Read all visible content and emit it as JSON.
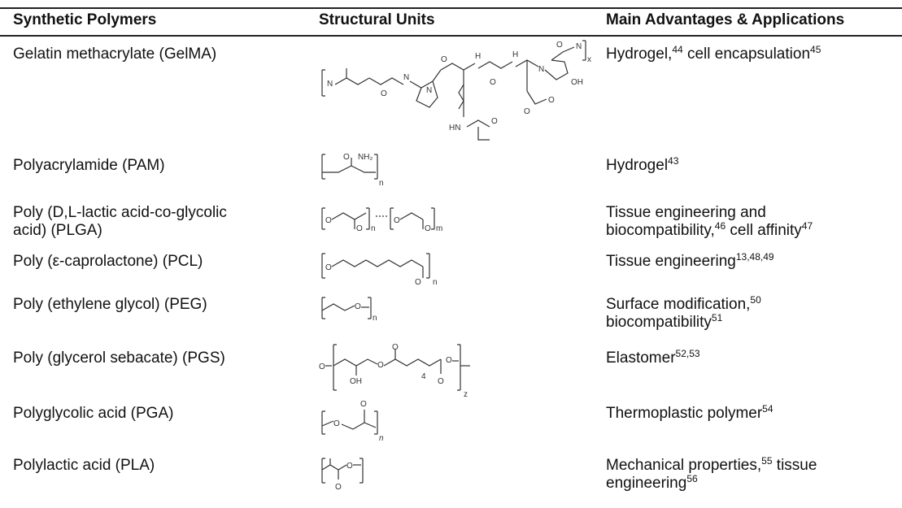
{
  "headers": [
    "Synthetic Polymers",
    "Structural Units",
    "Main Advantages & Applications"
  ],
  "rows": [
    {
      "polymer": "Gelatin methacrylate (GelMA)",
      "structure_icon": "gelma-structure",
      "applications": [
        {
          "text": "Hydrogel,",
          "sup": "44"
        },
        {
          "text": " cell encapsulation",
          "sup": "45"
        }
      ]
    },
    {
      "polymer": "Polyacrylamide (PAM)",
      "structure_icon": "pam-structure",
      "applications": [
        {
          "text": "Hydrogel",
          "sup": "43"
        }
      ]
    },
    {
      "polymer": [
        "Poly (D,L-lactic acid-co-glycolic",
        "acid) (PLGA)"
      ],
      "structure_icon": "plga-structure",
      "applications": [
        {
          "text": "Tissue engineering and",
          "sup": ""
        },
        {
          "text": "biocompatibility,",
          "sup": "46"
        },
        {
          "text": " cell affinity",
          "sup": "47"
        }
      ]
    },
    {
      "polymer": "Poly (ε-caprolactone) (PCL)",
      "structure_icon": "pcl-structure",
      "applications": [
        {
          "text": "Tissue engineering",
          "sup": "13,48,49"
        }
      ]
    },
    {
      "polymer": "Poly (ethylene glycol) (PEG)",
      "structure_icon": "peg-structure",
      "applications": [
        {
          "text": "Surface modification,",
          "sup": "50"
        },
        {
          "text": "biocompatibility",
          "sup": "51"
        }
      ]
    },
    {
      "polymer": "Poly (glycerol sebacate) (PGS)",
      "structure_icon": "pgs-structure",
      "applications": [
        {
          "text": "Elastomer",
          "sup": "52,53"
        }
      ]
    },
    {
      "polymer": "Polyglycolic acid (PGA)",
      "structure_icon": "pga-structure",
      "applications": [
        {
          "text": "Thermoplastic polymer",
          "sup": "54"
        }
      ]
    },
    {
      "polymer": "Polylactic acid (PLA)",
      "structure_icon": "pla-structure",
      "applications": [
        {
          "text": "Mechanical properties,",
          "sup": "55"
        },
        {
          "text": " tissue",
          "sup": ""
        },
        {
          "text": "engineering",
          "sup": "56"
        }
      ]
    }
  ],
  "structure_labels": {
    "gelma": {
      "nh": "N",
      "h": "H",
      "o": "O",
      "oh": "OH",
      "hn": "HN",
      "x": "x"
    },
    "pam": {
      "o": "O",
      "nh2": "NH₂",
      "n": "n"
    },
    "plga": {
      "o": "O",
      "n": "n",
      "m": "m"
    },
    "pcl": {
      "o": "O",
      "n": "n"
    },
    "peg": {
      "o": "O",
      "n": "n"
    },
    "pgs": {
      "o": "O",
      "oh": "OH",
      "four": "4",
      "z": "z"
    },
    "pga": {
      "o": "O",
      "n": "n"
    },
    "pla": {
      "o": "O"
    }
  }
}
